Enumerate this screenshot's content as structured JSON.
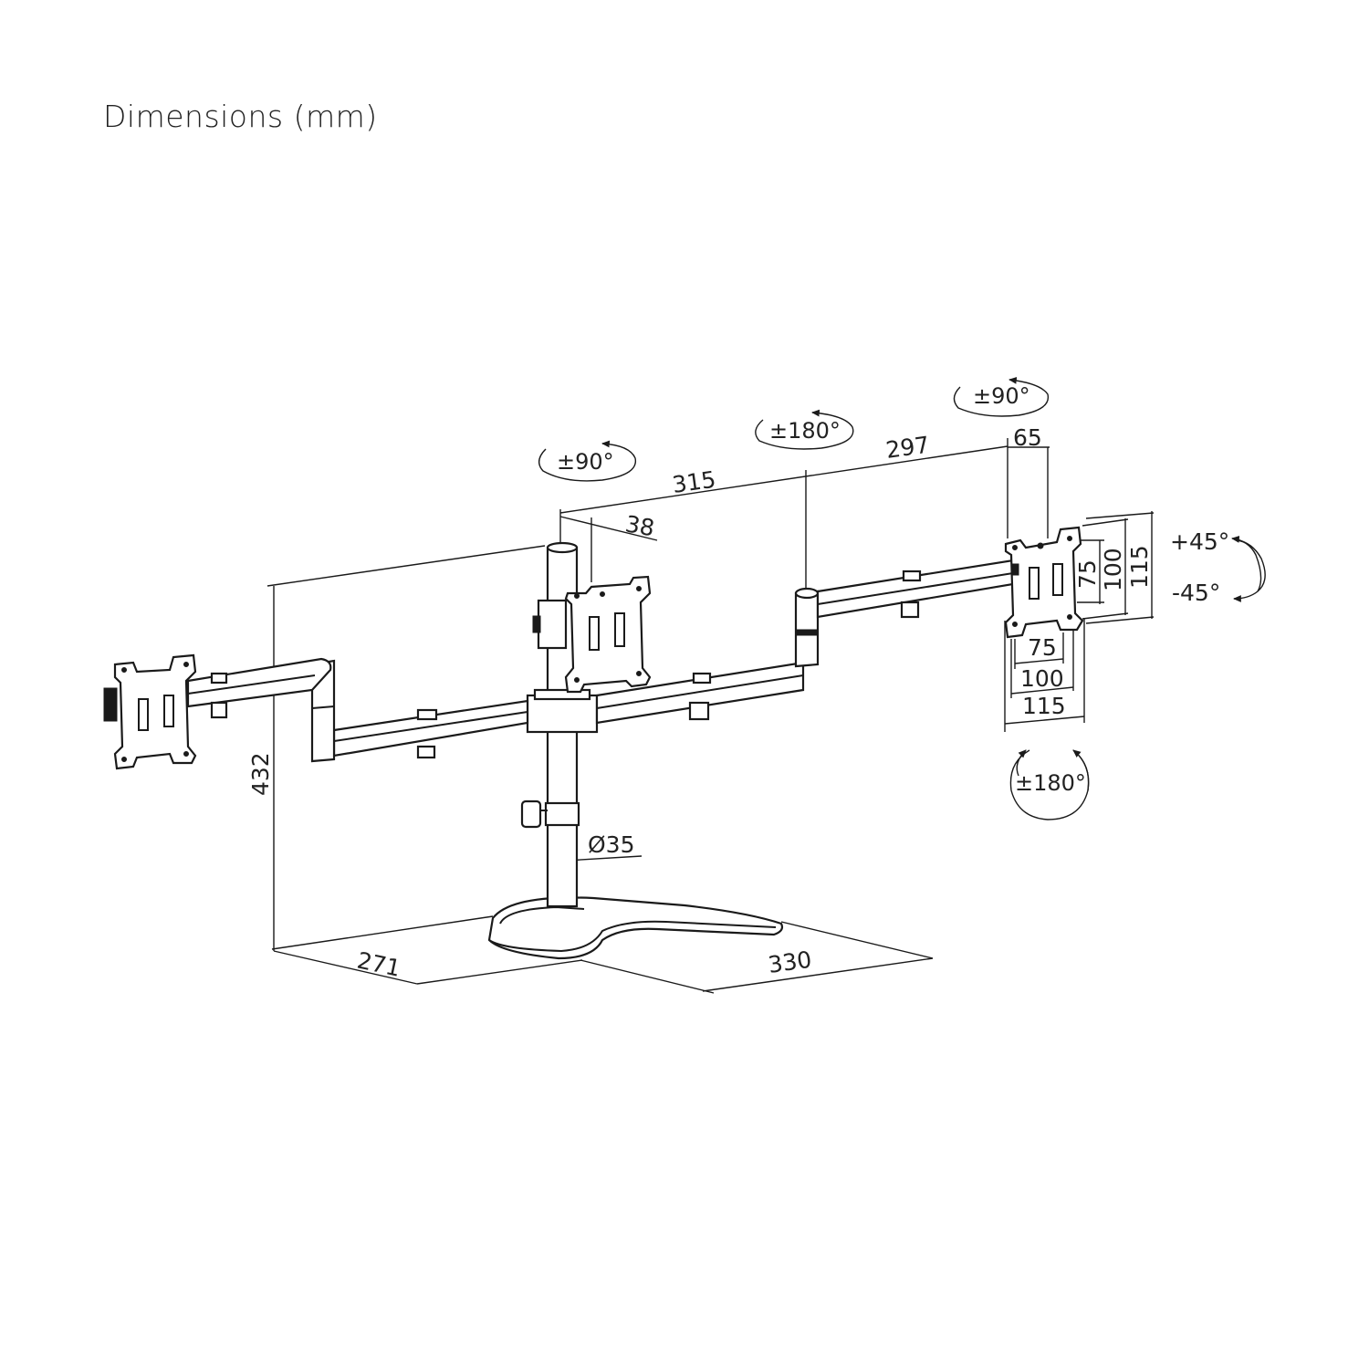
{
  "title": "Dimensions (mm)",
  "dimensions": {
    "height": "432",
    "base_depth": "271",
    "base_width": "330",
    "pole_diameter": "Ø35",
    "arm_length_center": "315",
    "arm_length_right": "297",
    "offset_center": "38",
    "offset_right": "65",
    "vesa_h_75": "75",
    "vesa_h_100": "100",
    "vesa_h_115": "115",
    "vesa_v_75": "75",
    "vesa_v_100": "100",
    "vesa_v_115": "115"
  },
  "rotations": {
    "rotate_center": "±90°",
    "swivel_arm": "±180°",
    "rotate_right": "±90°",
    "tilt_up": "+45°",
    "tilt_down": "-45°",
    "swivel_head": "±180°"
  },
  "colors": {
    "line": "#1a1a1a",
    "background": "#ffffff"
  }
}
